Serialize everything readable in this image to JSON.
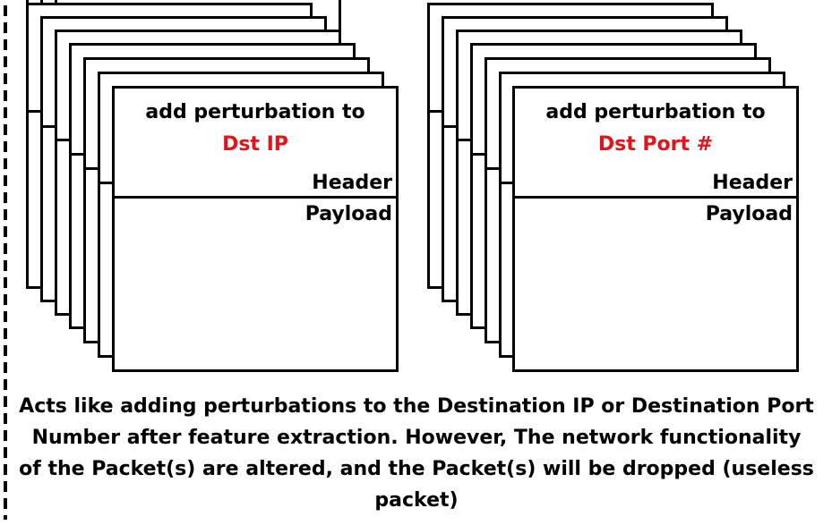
{
  "stacks": [
    {
      "line1": "add perturbation to",
      "target": "Dst IP",
      "header_label": "Header",
      "payload_label": "Payload"
    },
    {
      "line1": "add perturbation to",
      "target": "Dst Port #",
      "header_label": "Header",
      "payload_label": "Payload"
    }
  ],
  "caption": "Acts like adding perturbations to the Destination IP or Destination Port Number after feature extraction. However, The network functionality of the Packet(s) are altered, and the Packet(s) will be dropped (useless packet)",
  "colors": {
    "highlight": "#e0141b",
    "stroke": "#000000"
  }
}
